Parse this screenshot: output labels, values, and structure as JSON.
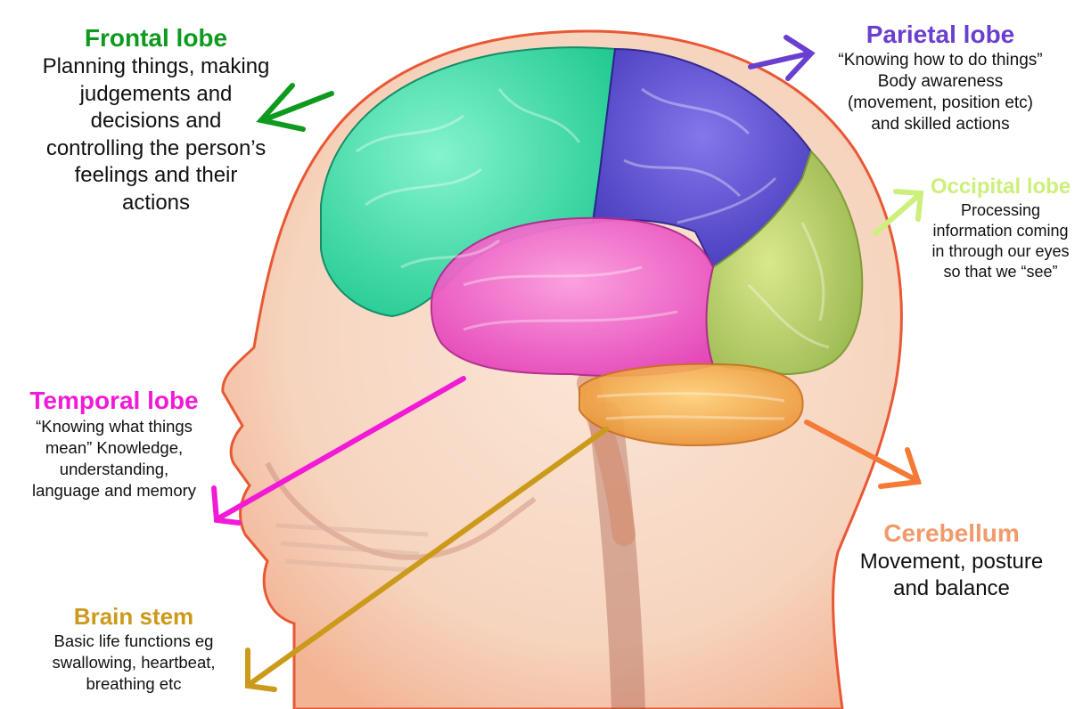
{
  "colors": {
    "frontal": "#0e9a1e",
    "parietal": "#6a3fcf",
    "occipital": "#ccf07a",
    "temporal": "#f21ad7",
    "cerebellum": "#f47a36",
    "cerebellum_title": "#f29a6b",
    "brainstem": "#cc9a1b",
    "head_outline": "#e8502a",
    "brain_frontal": "#2fe0a8",
    "brain_parietal": "#5a4ad6",
    "brain_occipital": "#b6cf5e",
    "brain_temporal": "#f25fc8",
    "brain_cerebellum": "#f0a040"
  },
  "labels": {
    "frontal": {
      "title": "Frontal lobe",
      "text": "Planning things, making\njudgements and\ndecisions and\ncontrolling the person’s\nfeelings and their\nactions"
    },
    "parietal": {
      "title": "Parietal lobe",
      "text": "“Knowing how to do things”\nBody awareness\n(movement, position etc)\nand skilled actions"
    },
    "occipital": {
      "title": "Occipital lobe",
      "text": "Processing\ninformation coming\nin through our eyes\nso that we “see”"
    },
    "temporal": {
      "title": "Temporal lobe",
      "text": "“Knowing what things\nmean” Knowledge,\nunderstanding,\nlanguage and memory"
    },
    "cerebellum": {
      "title": "Cerebellum",
      "text": "Movement, posture\nand balance"
    },
    "brainstem": {
      "title": "Brain stem",
      "text": "Basic life functions eg\nswallowing, heartbeat,\nbreathing etc"
    }
  }
}
